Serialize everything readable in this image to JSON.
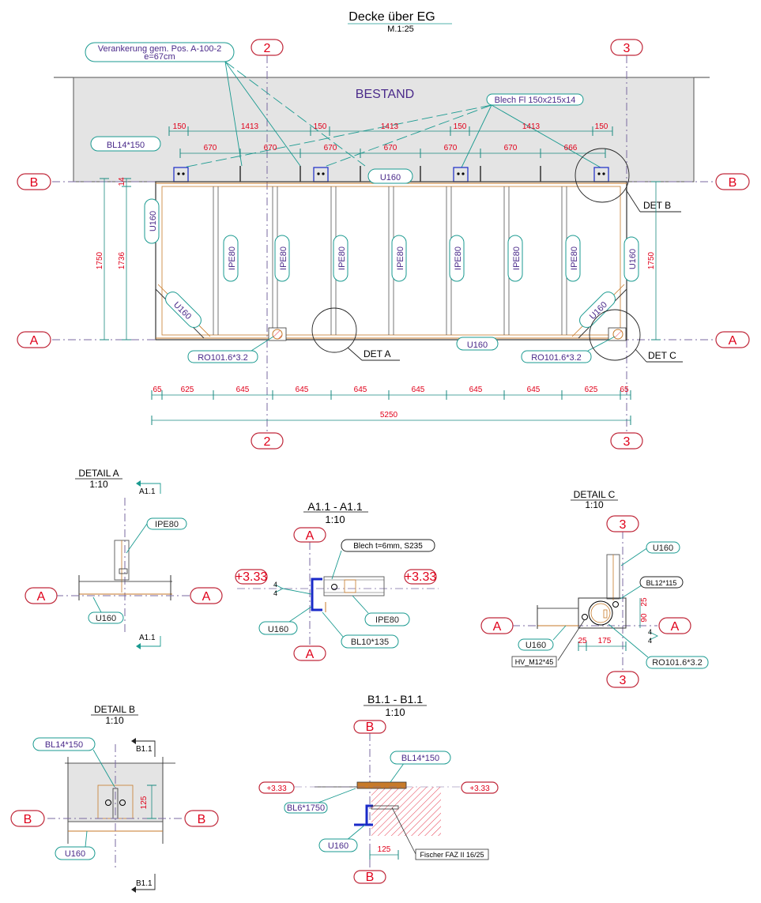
{
  "title": "Decke über EG",
  "scale": "M.1:25",
  "bestand": "BESTAND",
  "grid": {
    "col2": "2",
    "col3": "3",
    "rowA": "A",
    "rowB": "B"
  },
  "labels": {
    "anchor_line1": "Verankerung gem. Pos. A-100-2",
    "anchor_line2": "e=67cm",
    "blech": "Blech Fl 150x215x14",
    "bl14_main": "BL14*150",
    "u160_top": "U160",
    "u160_left": "U160",
    "u160_right": "U160",
    "u160_bottom": "U160",
    "u160_diag_left": "U160",
    "u160_diag_right": "U160",
    "ipe80": [
      "IPE80",
      "IPE80",
      "IPE80",
      "IPE80",
      "IPE80",
      "IPE80",
      "IPE80"
    ],
    "ro_left": "RO101.6*3.2",
    "ro_right": "RO101.6*3.2",
    "det_a": "DET  A",
    "det_b": "DET  B",
    "det_c": "DET  C"
  },
  "dims": {
    "top_row1": [
      "150",
      "1413",
      "150",
      "1413",
      "150",
      "1413",
      "150"
    ],
    "top_row2": [
      "670",
      "670",
      "670",
      "670",
      "670",
      "670",
      "666"
    ],
    "left_14": "14",
    "left_1750": "1750",
    "left_1736": "1736",
    "right_1750": "1750",
    "bottom_row": [
      "65",
      "625",
      "645",
      "645",
      "645",
      "645",
      "645",
      "645",
      "625",
      "65"
    ],
    "bottom_total": "5250"
  },
  "detail_a": {
    "title": "DETAIL  A",
    "scale": "1:10",
    "sec_top": "A1.1",
    "sec_bottom": "A1.1",
    "ipe": "IPE80",
    "u160": "U160",
    "grid_left": "A",
    "grid_right": "A"
  },
  "section_a": {
    "title": "A1.1  - A1.1",
    "scale": "1:10",
    "grid_top": "A",
    "grid_bottom": "A",
    "elev_left": "+3.33",
    "elev_right": "+3.33",
    "blech": "Blech t=6mm, S235",
    "weld_1": "4",
    "weld_2": "4",
    "ipe": "IPE80",
    "u160": "U160",
    "bl": "BL10*135"
  },
  "detail_c": {
    "title": "DETAIL  C",
    "scale": "1:10",
    "grid_top": "3",
    "grid_bottom": "3",
    "grid_left": "A",
    "grid_right": "A",
    "u160_top": "U160",
    "u160_bottom": "U160",
    "bl": "BL12*115",
    "dim_90": "90",
    "dim_25a": "25",
    "dim_25b": "25",
    "dim_175": "175",
    "weld_1": "4",
    "weld_2": "4",
    "ro": "RO101.6*3.2",
    "hv": "HV_M12*45"
  },
  "detail_b": {
    "title": "DETAIL  B",
    "scale": "1:10",
    "sec_top": "B1.1",
    "sec_bottom": "B1.1",
    "bl": "BL14*150",
    "dim_125": "125",
    "grid_left": "B",
    "grid_right": "B",
    "u160": "U160"
  },
  "section_b": {
    "title": "B1.1  - B1.1",
    "scale": "1:10",
    "grid_top": "B",
    "grid_bottom": "B",
    "bl": "BL14*150",
    "elev_left": "+3.33",
    "elev_right": "+3.33",
    "bl6": "BL6*1750",
    "u160": "U160",
    "dim_125": "125",
    "fischer": "Fischer   FAZ II 16/25"
  },
  "colors": {
    "grid_bubble": "#c0283a",
    "dimension_text": "#e0001a",
    "leader": "#1a9a90",
    "label_text": "#4a2a8a",
    "existing_wall": "#e4e4e4",
    "steel_orange": "#c77a2a",
    "plate_blue": "#1a2ac8",
    "hatch_red": "#e0001a"
  }
}
